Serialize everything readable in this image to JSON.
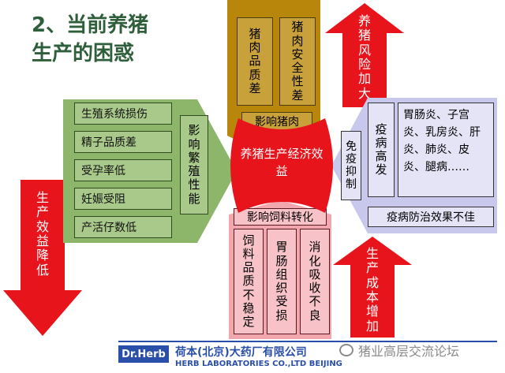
{
  "title": {
    "line1": "2、当前养猪",
    "line2": "生产的困惑"
  },
  "center": {
    "label": "养猪生产经济效益"
  },
  "top": {
    "col1": "猪肉品质差",
    "col2": "猪肉安全性差",
    "footer": "影响猪肉"
  },
  "left": {
    "items": [
      "生殖系统损伤",
      "精子品质差",
      "受孕率低",
      "妊娠受阻",
      "产活仔数低"
    ],
    "side_label": "影响繁殖性能"
  },
  "bottom": {
    "header": "影响饲料转化",
    "col1": "饲料品质不稳定",
    "col2": "胃肠组织受损",
    "col3": "消化吸收不良"
  },
  "right": {
    "immune": "免疫抑制",
    "disease_high": "疫病高发",
    "diseases": "胃肠炎、子宫炎、乳房炎、肝炎、肺炎、皮炎、腿病……",
    "control": "疫病防治效果不佳"
  },
  "arrows": {
    "top_right": "养猪风险加大",
    "left_down": "生产效益降低",
    "bottom_right": "生产成本增加"
  },
  "footer": {
    "logo": "Dr.Herb",
    "company_cn": "荷本(北京)大药厂有限公司",
    "company_en": "HERB LABORATORIES CO.,LTD BEIJING",
    "watermark": "猪业高层交流论坛"
  },
  "colors": {
    "title": "#2f5f3a",
    "gold": "#b8860b",
    "green": "#8db66a",
    "pink": "#f2a6ae",
    "lavender": "#c7c8ec",
    "red": "#e8141c",
    "footer_blue": "#2a4fa8"
  }
}
